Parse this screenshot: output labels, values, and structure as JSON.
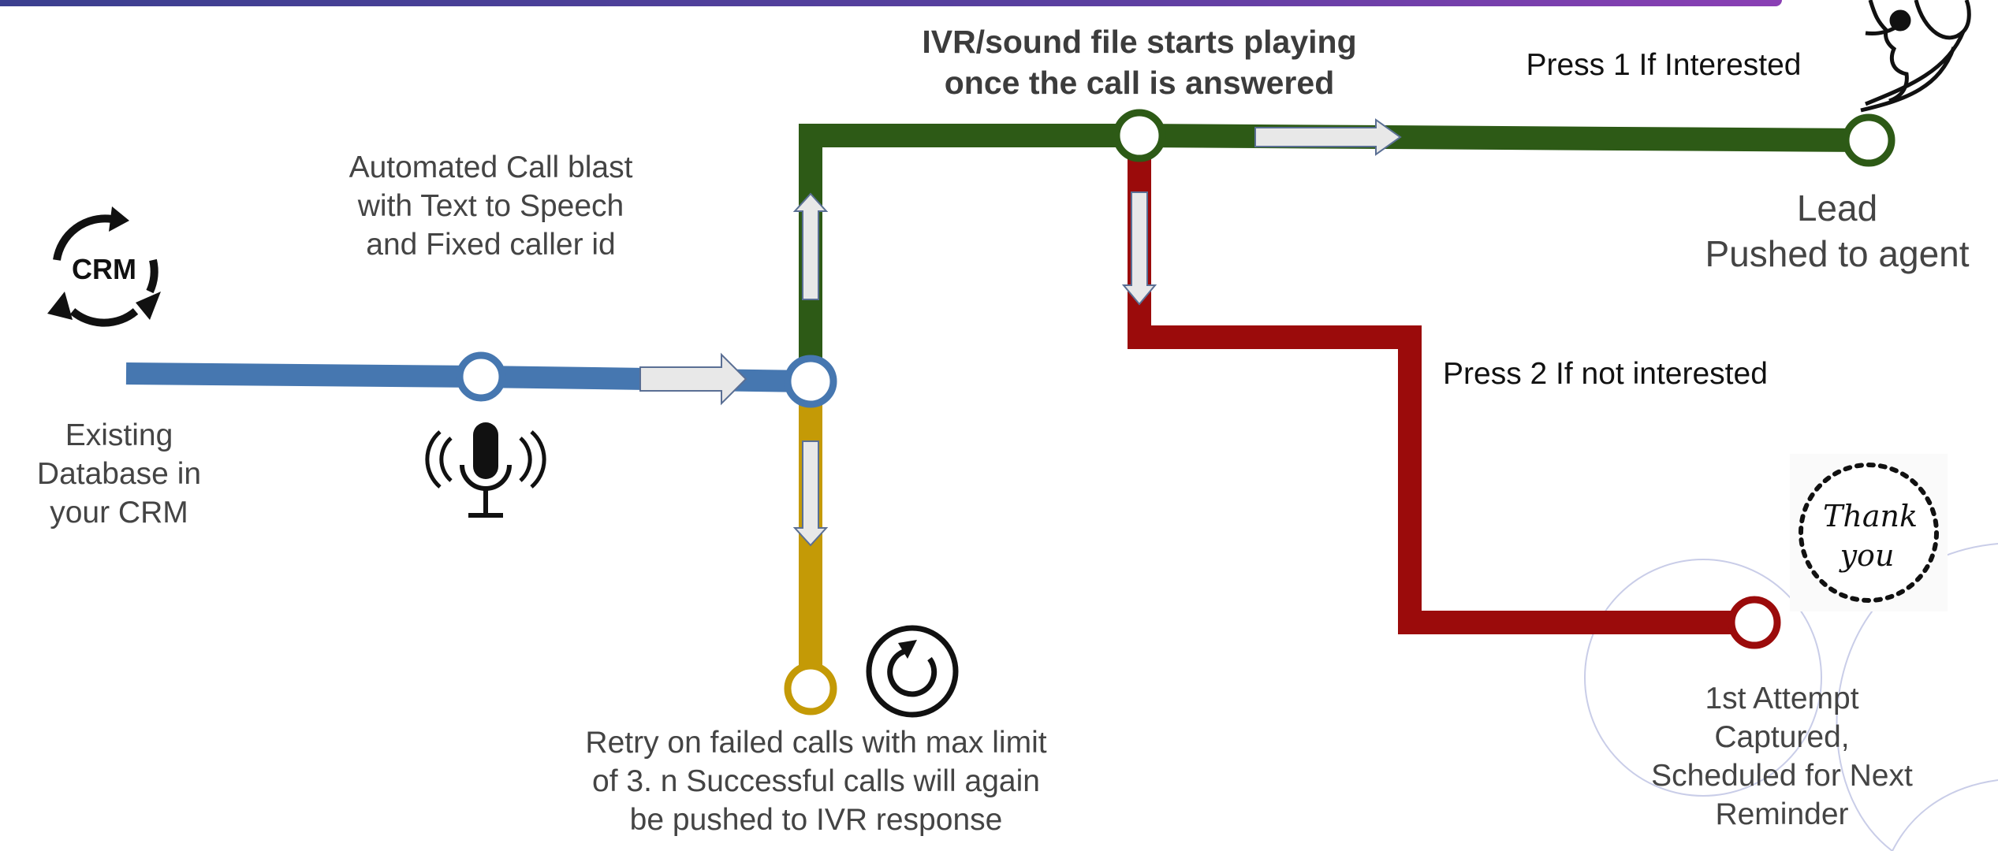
{
  "labels": {
    "database": [
      "Existing",
      "Database in",
      "your CRM"
    ],
    "call_blast": [
      "Automated Call blast",
      "with Text to Speech",
      "and Fixed caller id"
    ],
    "ivr": [
      "IVR/sound file starts playing",
      "once the call is answered"
    ],
    "press1": "Press 1 If Interested",
    "lead": [
      "Lead",
      "Pushed to agent"
    ],
    "press2": "Press 2 If not interested",
    "retry": [
      "Retry on failed calls with max limit",
      "of 3. n Successful calls will again",
      "be pushed to IVR response"
    ],
    "attempt": [
      "1st Attempt",
      "Captured,",
      "Scheduled for Next",
      "Reminder"
    ]
  },
  "icons": {
    "crm": {
      "name": "crm-cycle-icon",
      "text": "CRM"
    },
    "microphone": "microphone-icon",
    "retry": "retry-icon",
    "thank_you": {
      "name": "thank-you-badge-icon",
      "text": [
        "Thank",
        "you"
      ]
    },
    "agent": "agent-headset-icon"
  },
  "colors": {
    "blue": "#4677b0",
    "green": "#2d5a16",
    "gold": "#c49a06",
    "red": "#9b0b0b",
    "arrow_fill": "#e8e8e8",
    "arrow_stroke": "#5a6f94",
    "top_bar_start": "#3b3f8f",
    "top_bar_end": "#8a3fb4"
  }
}
